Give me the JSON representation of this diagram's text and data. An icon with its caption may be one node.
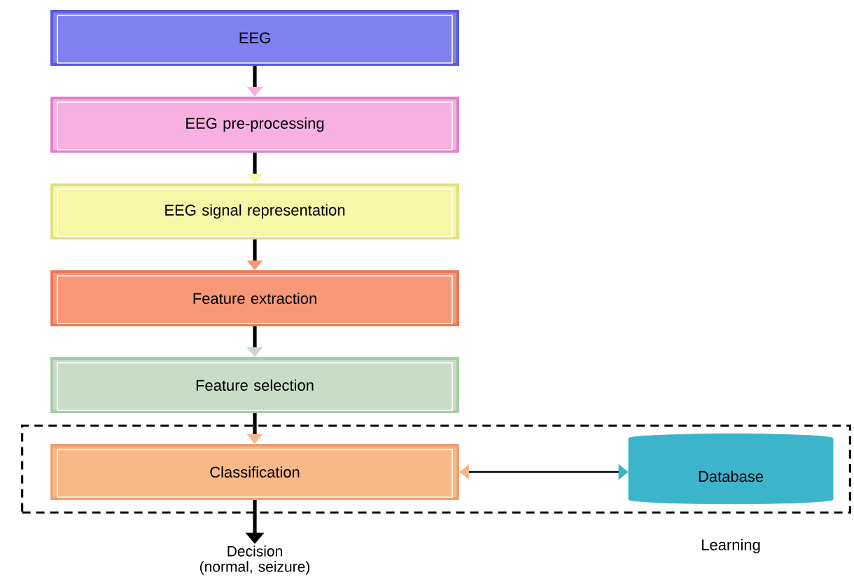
{
  "diagram": {
    "nodes": [
      {
        "text": [
          "EEG"
        ]
      },
      {
        "text": [
          "EEG pre-processing"
        ]
      },
      {
        "text": [
          "EEG signal representation"
        ]
      },
      {
        "text": [
          "Feature extraction"
        ]
      },
      {
        "text": [
          "Feature selection"
        ]
      },
      {
        "text": [
          "Learning"
        ]
      },
      {
        "text": [
          "Classification"
        ],
        "in": 5
      },
      {
        "text": [
          "Database"
        ],
        "in": 5
      },
      {
        "text": [
          "Decision (normal, seizure)"
        ]
      }
    ],
    "edges": [
      {
        "from": 0,
        "to": 1,
        "arrow": "to"
      },
      {
        "from": 1,
        "to": 2,
        "arrow": "to"
      },
      {
        "from": 2,
        "to": 3,
        "arrow": "to"
      },
      {
        "from": 3,
        "to": 4,
        "arrow": "to"
      },
      {
        "from": 4,
        "to": 6,
        "arrow": "to"
      },
      {
        "from": 6,
        "to": 7,
        "arrow": "both"
      },
      {
        "from": 6,
        "to": 8,
        "arrow": "to"
      }
    ]
  }
}
